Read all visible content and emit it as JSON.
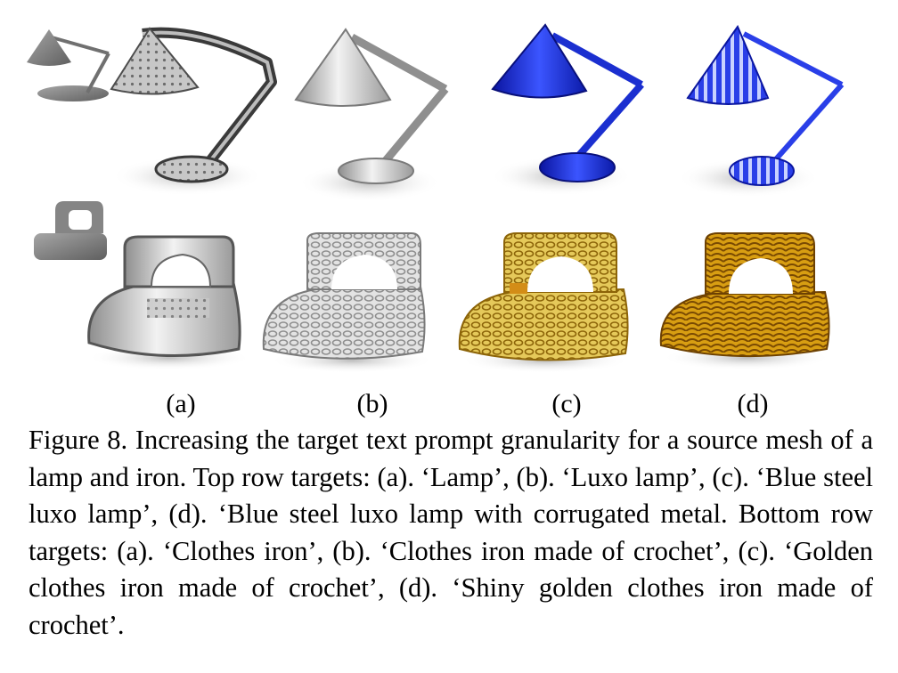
{
  "figure": {
    "subfigure_labels": [
      "(a)",
      "(b)",
      "(c)",
      "(d)"
    ],
    "rows": [
      {
        "name": "lamp",
        "renders": [
          "lamp-a-render",
          "lamp-b-render",
          "lamp-c-render",
          "lamp-d-render"
        ]
      },
      {
        "name": "iron",
        "renders": [
          "iron-a-render",
          "iron-b-render",
          "iron-c-render",
          "iron-d-render"
        ]
      }
    ],
    "colors": {
      "source_gray": "#7f7f7f",
      "silver": "#c9c9c9",
      "steel_blue": "#1c2fd6",
      "gold": "#d8ab1e",
      "background": "#ffffff"
    }
  },
  "caption": {
    "text": "Figure 8. Increasing the target text prompt granularity for a source mesh of a lamp and iron. Top row targets: (a). ‘Lamp’, (b). ‘Luxo lamp’, (c). ‘Blue steel luxo lamp’, (d). ‘Blue steel luxo lamp with corrugated metal.  Bottom row targets: (a).  ‘Clothes iron’, (b). ‘Clothes iron made of crochet’, (c). ‘Golden clothes iron made of crochet’, (d). ‘Shiny golden clothes iron made of crochet’."
  }
}
